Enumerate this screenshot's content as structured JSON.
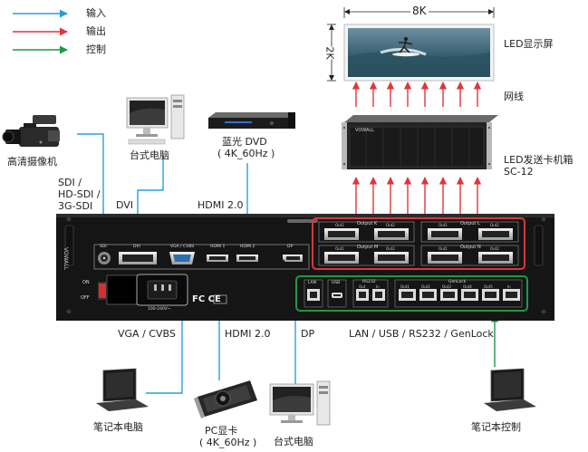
{
  "legend": {
    "items": [
      {
        "label": "输入",
        "color": "#2a9fd6"
      },
      {
        "label": "输出",
        "color": "#e0353a"
      },
      {
        "label": "控制",
        "color": "#1a9a48"
      }
    ]
  },
  "screen": {
    "width_label": "8K",
    "height_label": "2K",
    "title": "LED显示屏"
  },
  "network_label": "网线",
  "sender_box": {
    "title_line1": "LED发送卡机箱",
    "title_line2": "SC-12",
    "brand": "VOWALL"
  },
  "sources": {
    "camera": "高清摄像机",
    "desktop_top": "台式电脑",
    "bluray_line1": "蓝光 DVD",
    "bluray_line2": "( 4K_60Hz )",
    "laptop_left": "笔记本电脑",
    "pc_card_line1": "PC显卡",
    "pc_card_line2": "( 4K_60Hz )",
    "desktop_bottom": "台式电脑",
    "laptop_control": "笔记本控制"
  },
  "interfaces": {
    "sdi_line1": "SDI /",
    "sdi_line2": "HD-SDI /",
    "sdi_line3": "3G-SDI",
    "dvi": "DVI",
    "hdmi_top": "HDMI 2.0",
    "vga": "VGA / CVBS",
    "hdmi_bottom": "HDMI 2.0",
    "dp": "DP",
    "control": "LAN / USB / RS232 / GenLock"
  },
  "panel": {
    "brand_vertical": "VOWALL",
    "ports": [
      "SDI",
      "DVI",
      "VGA / CVBS",
      "HDMI 1",
      "HDMI 2",
      "DP"
    ],
    "outputs": [
      {
        "name": "Output  K",
        "out1": "Out1",
        "out2": "Out2"
      },
      {
        "name": "Output  L",
        "out1": "Out1",
        "out2": "Out2"
      },
      {
        "name": "Output  M",
        "out1": "Out1",
        "out2": "Out2"
      },
      {
        "name": "Output  N",
        "out1": "Out1",
        "out2": "Out2"
      }
    ],
    "control_ports": {
      "lan": "LAN",
      "usb": "USB",
      "rs232": "RS232",
      "rs232_sub": [
        "Out",
        "In"
      ],
      "genlock": "GenLock",
      "genlock_sub": [
        "Out1",
        "Out2",
        "Out3",
        "Out4",
        "Out5",
        "In"
      ]
    },
    "power_on": "ON",
    "power_off": "OFF",
    "power_rating": "100-240V~",
    "cert_marks": "FC CE"
  }
}
